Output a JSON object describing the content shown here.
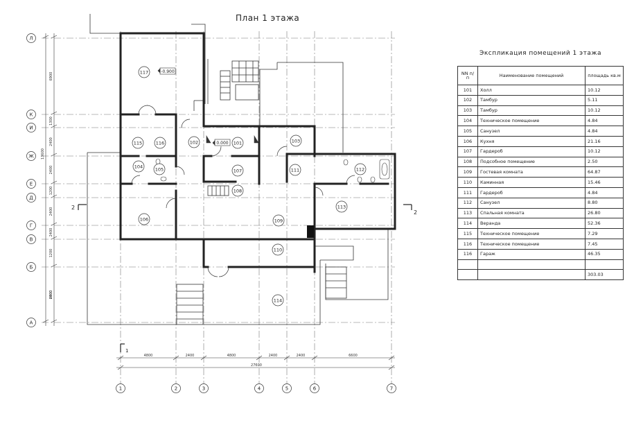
{
  "sheet_title": "План 1 этажа",
  "explication": {
    "title": "Экспликация помещений  1 этажа",
    "headers": {
      "num": "NN п/п",
      "name": "Наименование помещений",
      "area": "площадь кв.м"
    },
    "rows": [
      {
        "num": "101",
        "name": "Холл",
        "area": "10.12"
      },
      {
        "num": "102",
        "name": "Тамбур",
        "area": "5.11"
      },
      {
        "num": "103",
        "name": "Тамбур",
        "area": "10.12"
      },
      {
        "num": "104",
        "name": "Техническое помещение",
        "area": "4.84"
      },
      {
        "num": "105",
        "name": "Санузел",
        "area": "4.84"
      },
      {
        "num": "106",
        "name": "Кухня",
        "area": "21.16"
      },
      {
        "num": "107",
        "name": "Гардероб",
        "area": "10.12"
      },
      {
        "num": "108",
        "name": "Подсобное помещение",
        "area": "2.50"
      },
      {
        "num": "109",
        "name": "Гостевая комната",
        "area": "64.87"
      },
      {
        "num": "110",
        "name": "Каминная",
        "area": "15.46"
      },
      {
        "num": "111",
        "name": "Гардероб",
        "area": "4.84"
      },
      {
        "num": "112",
        "name": "Санузел",
        "area": "8.80"
      },
      {
        "num": "113",
        "name": "Спальная комната",
        "area": "26.80"
      },
      {
        "num": "114",
        "name": "Веранда",
        "area": "52.36"
      },
      {
        "num": "115",
        "name": "Техническое помещение",
        "area": "7.29"
      },
      {
        "num": "116",
        "name": "Техническое помещение",
        "area": "7.45"
      },
      {
        "num": "116",
        "name": "Гараж",
        "area": "46.35"
      }
    ],
    "blank_rows": 1,
    "total": "303.03"
  },
  "grid": {
    "rows": [
      "Л",
      "К",
      "И",
      "Ж",
      "Е",
      "Д",
      "Г",
      "В",
      "Б",
      "А"
    ],
    "cols": [
      "1",
      "2",
      "3",
      "4",
      "5",
      "6",
      "7"
    ],
    "row_spacing": [
      "6900",
      "1300",
      "2400",
      "2400",
      "1200",
      "2400",
      "2400",
      "1200",
      "2400",
      "4800"
    ],
    "left_total": "13600",
    "col_spacing": [
      "4800",
      "2400",
      "4800",
      "2400",
      "2400",
      "6600"
    ],
    "bottom_total": "27600"
  },
  "rooms": [
    "117",
    "115",
    "116",
    "102",
    "101",
    "103",
    "104",
    "105",
    "107",
    "108",
    "111",
    "112",
    "106",
    "109",
    "113",
    "110",
    "114"
  ],
  "elevations": {
    "e117": "-0.900",
    "e101": "0.000"
  },
  "section_marks": {
    "left": "2",
    "right": "2",
    "bottom": "1"
  },
  "colors": {
    "line": "#333333",
    "wall": "#222222",
    "paper": "#ffffff"
  }
}
